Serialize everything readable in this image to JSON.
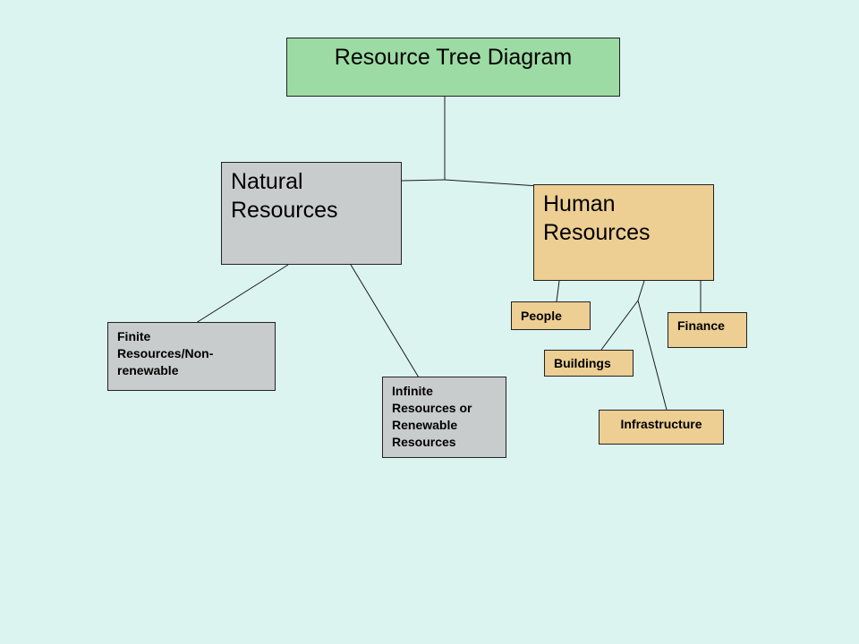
{
  "diagram": {
    "title": "Resource Tree Diagram",
    "natural": {
      "line1": "Natural",
      "line2": "Resources",
      "children": {
        "finite": {
          "line1": "Finite",
          "line2": "Resources/Non-",
          "line3": "renewable"
        },
        "infinite": {
          "line1": "Infinite",
          "line2": "Resources or",
          "line3": "Renewable",
          "line4": "Resources"
        }
      }
    },
    "human": {
      "line1": "Human",
      "line2": "Resources",
      "children": {
        "people": "People",
        "finance": "Finance",
        "buildings": "Buildings",
        "infrastructure": "Infrastructure"
      }
    }
  },
  "colors": {
    "background": "#dbf4f0",
    "title_fill": "#9cdba3",
    "natural_fill": "#c9cccc",
    "human_fill": "#edce93",
    "line": "#1a1a1a"
  }
}
